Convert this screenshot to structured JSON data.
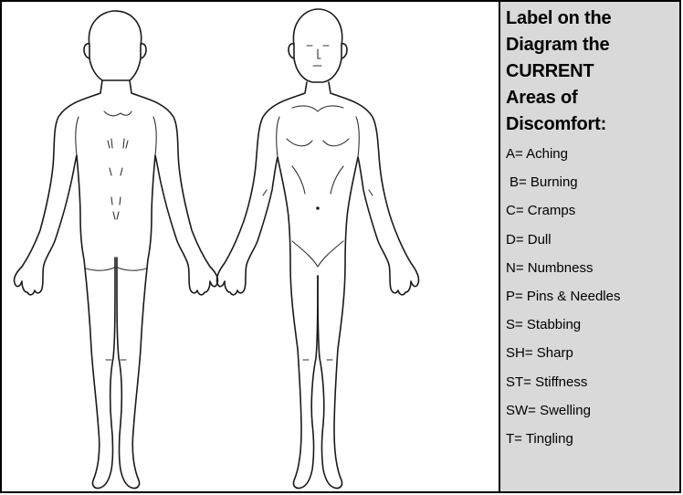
{
  "legend": {
    "heading_lines": [
      "Label on the",
      "Diagram the",
      "CURRENT",
      "Areas of",
      "Discomfort:"
    ],
    "items": [
      "A= Aching",
      "B= Burning",
      "C= Cramps",
      "D= Dull",
      "N= Numbness",
      "P= Pins & Needles",
      "S= Stabbing",
      "SH= Sharp",
      "ST= Stiffness",
      "SW= Swelling",
      "T= Tingling"
    ]
  }
}
